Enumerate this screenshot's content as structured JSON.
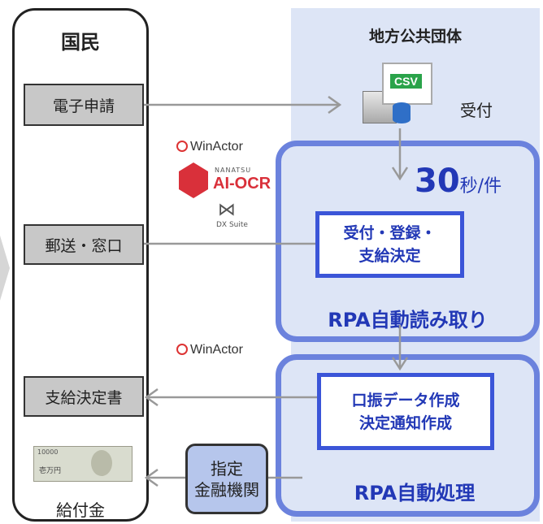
{
  "citizen": {
    "title": "国民",
    "items": {
      "e_application": "電子申請",
      "mail_counter": "郵送・窓口",
      "payment_notice": "支給決定書",
      "benefit": "給付金"
    }
  },
  "government": {
    "title": "地方公共団体",
    "csv_badge": "CSV",
    "receive_label": "受付",
    "speed": {
      "number": "30",
      "unit": "秒/件"
    },
    "rpa_read": {
      "box_lines": [
        "受付・登録・",
        "支給決定"
      ],
      "label": "RPA自動読み取り"
    },
    "rpa_process": {
      "box_lines": [
        "口振データ作成",
        "決定通知作成"
      ],
      "label": "RPA自動処理"
    }
  },
  "bank": {
    "lines": [
      "指定",
      "金融機関"
    ]
  },
  "logos": {
    "winactor_1": "WinActor",
    "nanatsu_small": "NANATSU",
    "nanatsu_main": "AI-OCR",
    "dx_suite": "DX Suite",
    "winactor_2": "WinActor"
  },
  "banknote": {
    "denomination": "10000",
    "text": "壱万円"
  },
  "colors": {
    "rpa_frame": "#6b82dd",
    "inner_border": "#3b55d8",
    "label_blue": "#2238b6",
    "panel": "#dde5f6",
    "arrow": "#999999"
  }
}
